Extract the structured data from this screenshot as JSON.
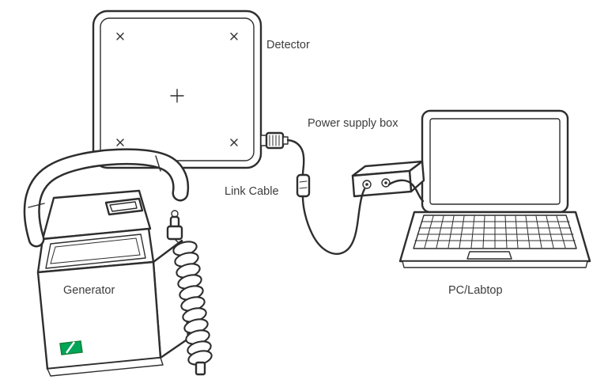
{
  "components": [
    {
      "id": "detector",
      "label": "Detector"
    },
    {
      "id": "power_supply_box",
      "label": "Power supply box"
    },
    {
      "id": "link_cable",
      "label": "Link Cable"
    },
    {
      "id": "generator",
      "label": "Generator"
    },
    {
      "id": "pc_laptop",
      "label": "PC/Labtop"
    }
  ],
  "connections": [
    {
      "from": "Detector",
      "to": "Power supply box",
      "via": "Link Cable"
    },
    {
      "from": "Power supply box",
      "to": "PC/Labtop"
    }
  ],
  "colors": {
    "line": "#2e2e2e",
    "battery_green": "#00a558"
  }
}
